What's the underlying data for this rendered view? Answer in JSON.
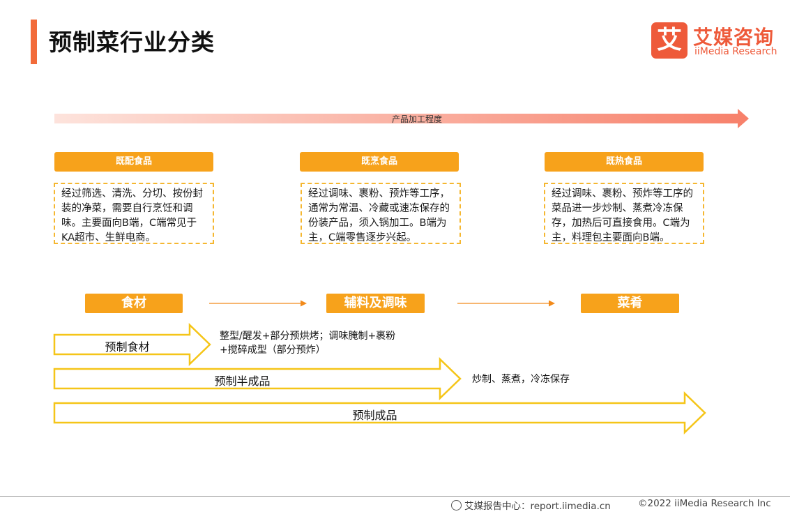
{
  "header": {
    "title": "预制菜行业分类",
    "accent_color": "#f26b3a"
  },
  "logo": {
    "mark": "艾",
    "name_cn": "艾媒咨询",
    "name_en": "iiMedia Research",
    "color": "#ee5a3a"
  },
  "progress": {
    "label": "产品加工程度"
  },
  "categories": [
    {
      "title": "既配食品",
      "desc": "经过筛选、清洗、分切、按份封装的净菜，需要自行烹饪和调味。主要面向B端，C端常见于KA超市、生鲜电商。"
    },
    {
      "title": "既烹食品",
      "desc": "经过调味、裹粉、预炸等工序，通常为常温、冷藏或速冻保存的份装产品，须入锅加工。B端为主，C端零售逐步兴起。"
    },
    {
      "title": "既热食品",
      "desc": "经过调味、裹粉、预炸等工序的菜品进一步炒制、蒸煮冷冻保存，加热后可直接食用。C端为主，料理包主要面向B端。"
    }
  ],
  "stages": [
    "食材",
    "辅料及调味",
    "菜肴"
  ],
  "products": [
    {
      "label": "预制食材",
      "note": "整型/醒发+部分预烘烤；调味腌制+裹粉+搅碎成型（部分预炸）"
    },
    {
      "label": "预制半成品",
      "note": "炒制、蒸煮，冷冻保存"
    },
    {
      "label": "预制成品",
      "note": ""
    }
  ],
  "colors": {
    "orange": "#f7a21b",
    "dashed_border": "#f5b731",
    "arrow_outline": "#f5c518"
  },
  "footer": {
    "source": "艾媒报告中心：report.iimedia.cn",
    "copyright": "©2022  iiMedia Research  Inc"
  }
}
